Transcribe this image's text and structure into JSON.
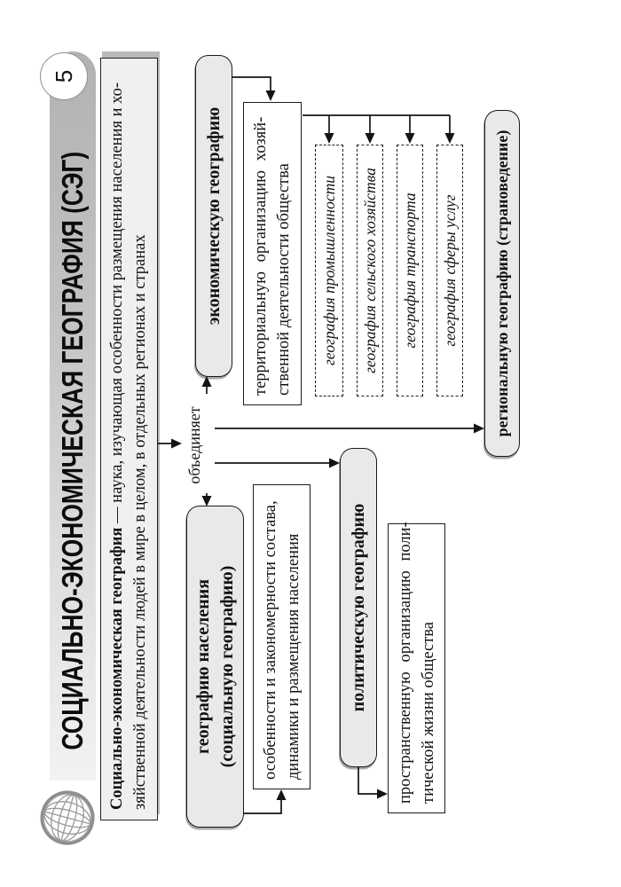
{
  "page": {
    "number": "5"
  },
  "header": {
    "title": "СОЦИАЛЬНО-ЭКОНОМИЧЕСКАЯ ГЕОГРАФИЯ (СЭГ)"
  },
  "definition": {
    "term": "Социально-экономическая география",
    "line1_rest": " — наука, изучающая особенности размещения населения и хо-",
    "line2": "зяйственной деятельности людей в мире в целом, в отдельных регионах и странах"
  },
  "hub": {
    "label": "объединяет"
  },
  "branches": {
    "economic": {
      "title": "экономическую географию",
      "desc1": "территориальную организацию хозяй-",
      "desc2": "ственной деятельности общества",
      "sub": [
        "география промышленности",
        "география сельского хозяйства",
        "география транспорта",
        "география сферы услуг"
      ]
    },
    "population": {
      "title1": "географию населения",
      "title2": "(социальную географию)",
      "desc1": "особенности и закономерности состава,",
      "desc2": "динамики и размещения населения"
    },
    "political": {
      "title": "политическую географию",
      "desc1": "пространственную организацию поли-",
      "desc2": "тической жизни общества"
    },
    "regional": {
      "title": "региональную географию (страноведение)"
    }
  },
  "colors": {
    "bar_dark": "#b2b2b2",
    "bar_light": "#f2f2f2",
    "rounded_box_fill": "#e9e9e9",
    "definition_fill": "#f0f0f0",
    "line": "#141414"
  }
}
